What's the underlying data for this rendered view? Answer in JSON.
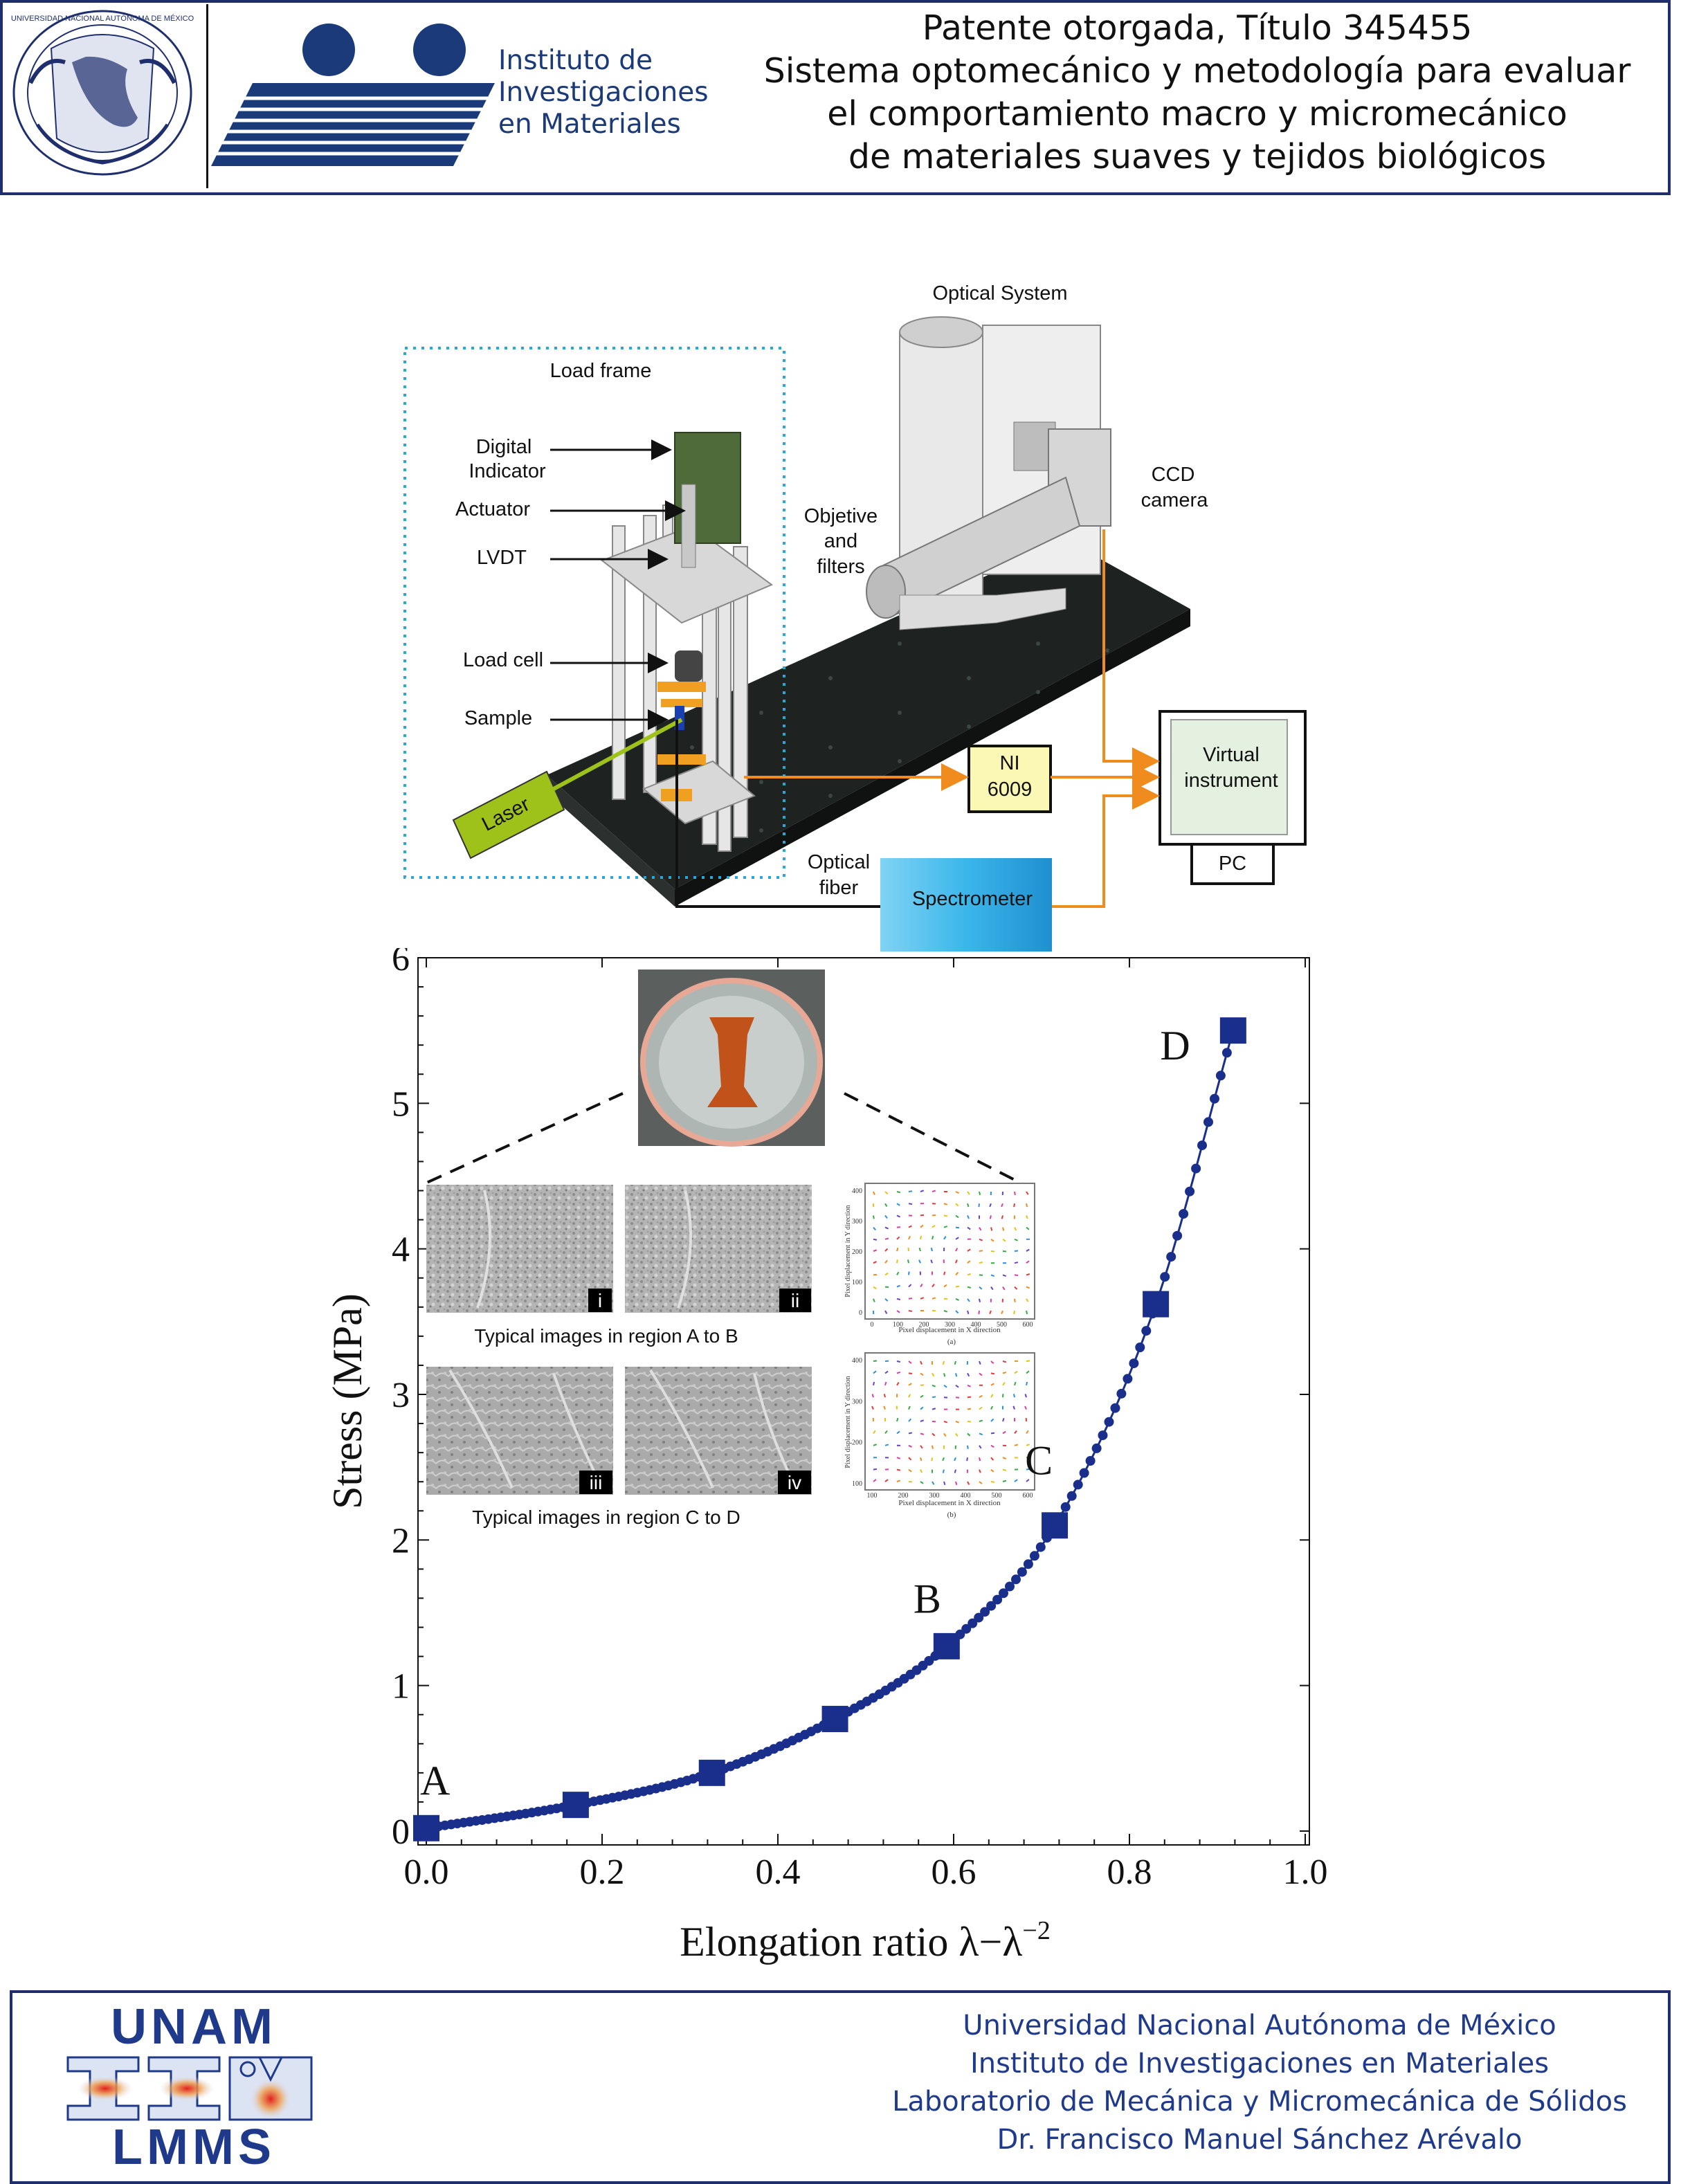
{
  "header": {
    "lines": [
      "Patente otorgada, Título 345455",
      "Sistema optomecánico y metodología para evaluar",
      "el comportamiento  macro y micromecánico",
      "de materiales suaves y tejidos biológicos"
    ],
    "institute_logo_text": [
      "Instituto de",
      "Investigaciones",
      "en Materiales"
    ],
    "seal_text": "UNIVERSIDAD NACIONAL AUTÓNOMA DE MÉXICO"
  },
  "setup_diagram": {
    "labels": {
      "load_frame": "Load frame",
      "digital_indicator_1": "Digital",
      "digital_indicator_2": "Indicator",
      "actuator": "Actuator",
      "lvdt": "LVDT",
      "load_cell": "Load cell",
      "sample": "Sample",
      "laser": "Laser",
      "optical_system": "Optical System",
      "ccd_1": "CCD",
      "ccd_2": "camera",
      "objective_1": "Objetive",
      "objective_2": "and",
      "objective_3": "filters",
      "ni_1": "NI",
      "ni_2": "6009",
      "virtual_1": "Virtual",
      "virtual_2": "instrument",
      "pc": "PC",
      "optical_fiber_1": "Optical",
      "optical_fiber_2": "fiber",
      "spectrometer": "Spectrometer"
    },
    "colors": {
      "frame_dotted": "#29a8d8",
      "signal_orange": "#f08c1e",
      "laser_green": "#9fc21a",
      "ni_yellow": "#fbf7b4",
      "spectrometer_blue": "#3bb6ea",
      "table_black": "#1e2322",
      "indicator_green": "#4f6b3a"
    }
  },
  "chart_data": {
    "type": "line",
    "xlabel": "Elongation ratio λ−λ",
    "xlabel_exponent": "−2",
    "ylabel": "Stress (MPa)",
    "xlim": [
      0.0,
      1.0
    ],
    "ylim": [
      0,
      6
    ],
    "xticks": [
      "0.0",
      "0.2",
      "0.4",
      "0.6",
      "0.8",
      "1.0"
    ],
    "yticks": [
      "0",
      "1",
      "2",
      "3",
      "4",
      "5",
      "6"
    ],
    "series_color": "#1a2f8c",
    "markers": [
      {
        "x": 0.0,
        "y": 0.02
      },
      {
        "x": 0.17,
        "y": 0.18
      },
      {
        "x": 0.325,
        "y": 0.4
      },
      {
        "x": 0.465,
        "y": 0.77
      },
      {
        "x": 0.592,
        "y": 1.27
      },
      {
        "x": 0.715,
        "y": 2.1
      },
      {
        "x": 0.83,
        "y": 3.62
      },
      {
        "x": 0.918,
        "y": 5.5
      }
    ],
    "points_labels": [
      {
        "text": "A",
        "x": 0.01,
        "y": 0.25
      },
      {
        "text": "B",
        "x": 0.57,
        "y": 1.5
      },
      {
        "text": "C",
        "x": 0.697,
        "y": 2.45
      },
      {
        "text": "D",
        "x": 0.852,
        "y": 5.3
      }
    ],
    "insets": {
      "region_ab": "Typical images in region A to B",
      "region_cd": "Typical images in region C to D",
      "image_tags": [
        "i",
        "ii",
        "iii",
        "iv"
      ],
      "field_a_xlabel": "Pixel displacement in X direction",
      "field_a_ylabel": "Pixel displacement in Y direction",
      "field_a_caption": "(a)",
      "field_b_xlabel": "Pixel displacement in X direction",
      "field_b_ylabel": "Pixel displacement in Y direction",
      "field_b_caption": "(b)",
      "field_a_xticks": [
        "0",
        "100",
        "200",
        "300",
        "400",
        "500",
        "600"
      ],
      "field_a_yticks": [
        "0",
        "100",
        "200",
        "300",
        "400"
      ],
      "field_b_xticks": [
        "100",
        "200",
        "300",
        "400",
        "500",
        "600"
      ],
      "field_b_yticks": [
        "100",
        "200",
        "300",
        "400"
      ]
    }
  },
  "footer": {
    "lines": [
      "Universidad Nacional Autónoma de México",
      "Instituto de Investigaciones en Materiales",
      "Laboratorio de Mecánica y Micromecánica de Sólidos",
      "Dr. Francisco Manuel Sánchez Arévalo"
    ],
    "logo_top": "UNAM",
    "logo_bottom": "LMMS"
  }
}
